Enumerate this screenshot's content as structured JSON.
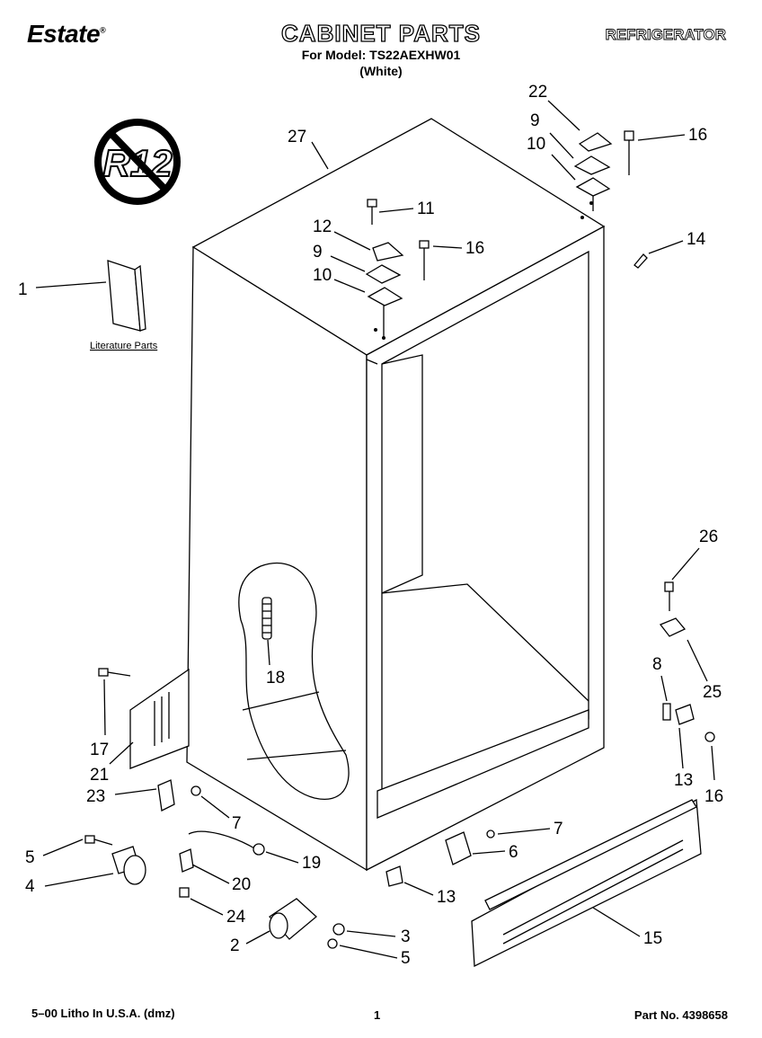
{
  "header": {
    "brand": "Estate",
    "brand_mark": "®",
    "title": "CABINET PARTS",
    "model_line": "For Model: TS22AEXHW01",
    "color_line": "(White)",
    "product": "REFRIGERATOR"
  },
  "symbol": {
    "text": "R12"
  },
  "literature_label": "Literature Parts",
  "callouts": {
    "c27": "27",
    "c22": "22",
    "c9a": "9",
    "c10a": "10",
    "c16a": "16",
    "c11": "11",
    "c12": "12",
    "c9b": "9",
    "c10b": "10",
    "c16b": "16",
    "c14": "14",
    "c1": "1",
    "c18": "18",
    "c26": "26",
    "c25": "25",
    "c8": "8",
    "c13a": "13",
    "c16c": "16",
    "c17": "17",
    "c21": "21",
    "c23": "23",
    "c7a": "7",
    "c7b": "7",
    "c6": "6",
    "c5a": "5",
    "c4": "4",
    "c20": "20",
    "c19": "19",
    "c13b": "13",
    "c15": "15",
    "c24": "24",
    "c3": "3",
    "c2": "2",
    "c5b": "5"
  },
  "footer": {
    "print_info": "5–00 Litho In U.S.A. (dmz)",
    "page_number": "1",
    "part_number": "Part No. 4398658"
  }
}
